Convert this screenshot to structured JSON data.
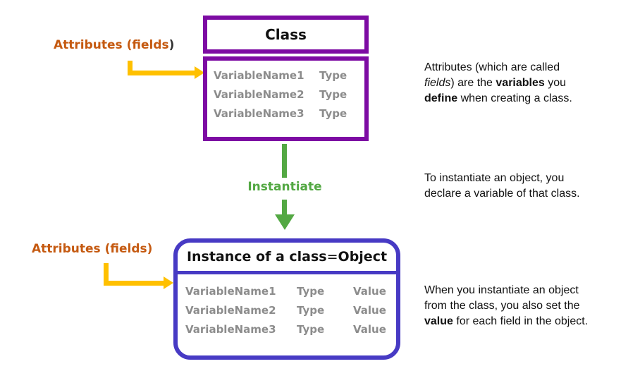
{
  "colors": {
    "purple": "#7D0BA3",
    "blue": "#473AC4",
    "green": "#53A843",
    "orange": "#C55A11",
    "yellow": "#FFC000",
    "gray_text": "#8C8C8C",
    "black_text": "#111111"
  },
  "class_box": {
    "title": "Class",
    "rows": [
      {
        "name": "VariableName1",
        "type": "Type"
      },
      {
        "name": "VariableName2",
        "type": "Type"
      },
      {
        "name": "VariableName3",
        "type": "Type"
      }
    ]
  },
  "object_box": {
    "title_segments": [
      {
        "t": "Instance of a class ",
        "b": true
      },
      {
        "t": "= ",
        "b": false
      },
      {
        "t": "Object",
        "b": true
      }
    ],
    "rows": [
      {
        "name": "VariableName1",
        "type": "Type",
        "value": "Value"
      },
      {
        "name": "VariableName2",
        "type": "Type",
        "value": "Value"
      },
      {
        "name": "VariableName3",
        "type": "Type",
        "value": "Value"
      }
    ]
  },
  "labels": {
    "instantiate": "Instantiate",
    "attributes_top": [
      {
        "t": "Attributes (fields",
        "c": "#C55A11"
      },
      {
        "t": ")",
        "c": "#333333"
      }
    ],
    "attributes_bottom": [
      {
        "t": "Attributes (fields)",
        "c": "#C55A11"
      }
    ]
  },
  "notes": {
    "class_note": [
      {
        "t": "Attributes (which are called",
        "br": true
      },
      {
        "t": "fields",
        "i": true
      },
      {
        "t": ") are the "
      },
      {
        "t": "variables",
        "b": true
      },
      {
        "t": " you",
        "br": true
      },
      {
        "t": "define",
        "b": true
      },
      {
        "t": " when creating a class."
      }
    ],
    "instantiate_note": [
      {
        "t": "To instantiate an object, you",
        "br": true
      },
      {
        "t": "declare a variable of that class."
      }
    ],
    "object_note": [
      {
        "t": "When you instantiate an object",
        "br": true
      },
      {
        "t": "from the class, you also set the",
        "br": true
      },
      {
        "t": "value",
        "b": true
      },
      {
        "t": " for each field in the object."
      }
    ]
  }
}
